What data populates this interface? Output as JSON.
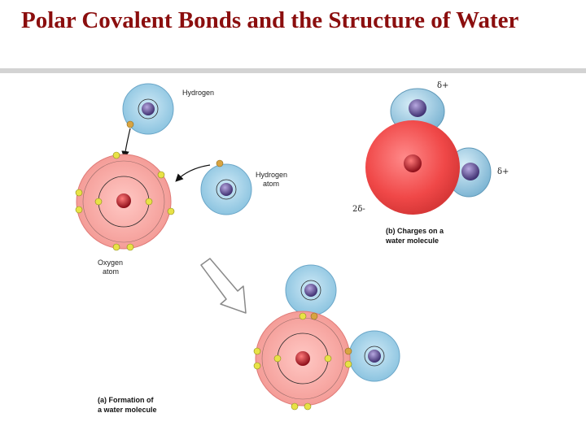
{
  "slide": {
    "title": "Polar Covalent Bonds and the Structure of Water"
  },
  "panel_a": {
    "hydrogen_label": "Hydrogen",
    "hydrogen_atom_label_line1": "Hydrogen",
    "hydrogen_atom_label_line2": "atom",
    "oxygen_atom_label_line1": "Oxygen",
    "oxygen_atom_label_line2": "atom",
    "caption_line1": "(a) Formation of",
    "caption_line2": "a water molecule"
  },
  "panel_b": {
    "charge_top": "δ+",
    "charge_right": "δ+",
    "charge_oxygen": "2δ-",
    "caption_line1": "(b) Charges on a",
    "caption_line2": "water molecule"
  },
  "colors": {
    "title": "#8b0e0e",
    "hydrogen_shell": "#a8d4ea",
    "oxygen_shell": "#f5a8a5",
    "nucleus_hydrogen": "#5a4a8a",
    "nucleus_oxygen": "#b81c2a",
    "electron": "#e8e246"
  }
}
